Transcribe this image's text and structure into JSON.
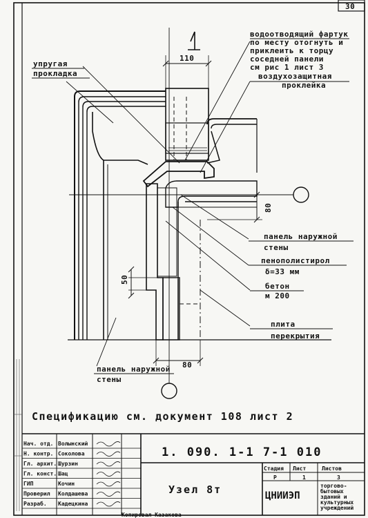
{
  "sheet_number": "30",
  "labels": {
    "drip_apron": [
      "водоотводящий фартук",
      "по месту отогнуть и",
      "приклеить к торцу",
      "соседней панели",
      "см рис 1 лист 3"
    ],
    "airtight_glue": [
      "воздухозащитная",
      "проклейка"
    ],
    "elastic_gasket": [
      "упругая",
      "прокладка"
    ],
    "outer_panel": [
      "панель наружной",
      "стены"
    ],
    "foam_poly": [
      "пенополистирол",
      "δ=33 мм"
    ],
    "concrete": [
      "бетон",
      "м 200"
    ],
    "slab": [
      "плита",
      "перекрытия"
    ],
    "outer_panel_bottom": [
      "панель наружной",
      "стены"
    ]
  },
  "dimensions": {
    "d110": "110",
    "d80_right": "80",
    "d50": "50",
    "d80_bottom": "80"
  },
  "spec_note": "Спецификацию см. документ 108 лист 2",
  "doc_code": "1. 090. 1-1 7-1 010",
  "node_title": "Узел 8т",
  "org": "ЦНИИЭП",
  "stage_header": [
    "Стадия",
    "Лист",
    "Листов"
  ],
  "stage_values": [
    "Р",
    "1",
    "3"
  ],
  "building_type": [
    "торгово-",
    "бытовых",
    "зданий и",
    "культурных",
    "учреждений"
  ],
  "signatures": [
    {
      "role": "Нач. отд.",
      "name": "Волынский"
    },
    {
      "role": "Н. контр.",
      "name": "Соколова"
    },
    {
      "role": "Гл. архит.",
      "name": "Шурзин"
    },
    {
      "role": "Гл. конст.",
      "name": "Шац"
    },
    {
      "role": "ГИП",
      "name": "Кочин"
    },
    {
      "role": "Проверил",
      "name": "Колдашева"
    },
    {
      "role": "Разраб.",
      "name": "Кадецкина"
    }
  ],
  "footer": "Копировал Казакова"
}
